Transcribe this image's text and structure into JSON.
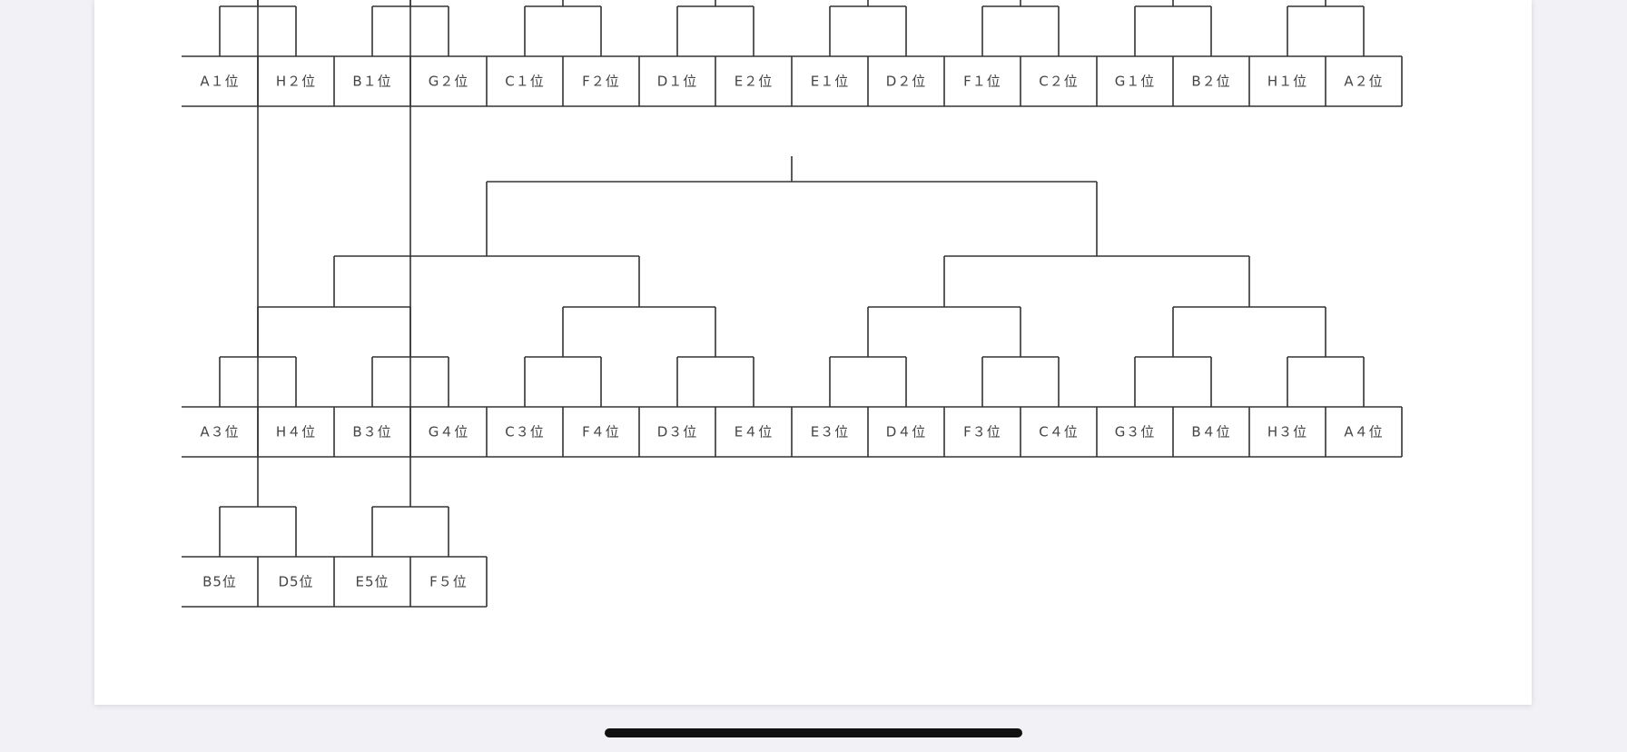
{
  "brackets": [
    {
      "id": "bracket-1-2",
      "teams": [
        "A１位",
        "H２位",
        "B１位",
        "G２位",
        "C１位",
        "F２位",
        "D１位",
        "E２位",
        "E１位",
        "D２位",
        "F１位",
        "C２位",
        "G１位",
        "B２位",
        "H１位",
        "A２位"
      ]
    },
    {
      "id": "bracket-3-4",
      "teams": [
        "A３位",
        "H４位",
        "B３位",
        "G４位",
        "C３位",
        "F４位",
        "D３位",
        "E４位",
        "E３位",
        "D４位",
        "F３位",
        "C４位",
        "G３位",
        "B４位",
        "H３位",
        "A４位"
      ]
    },
    {
      "id": "bracket-5",
      "teams": [
        "B5位",
        "D5位",
        "E5位",
        "F５位"
      ]
    }
  ]
}
